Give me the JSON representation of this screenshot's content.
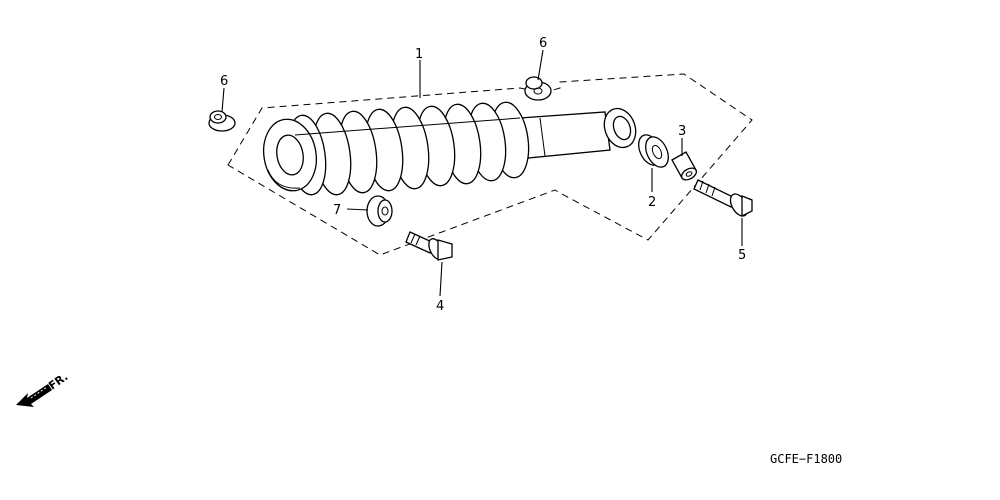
{
  "diagram": {
    "drawing_code": "GCFE−F1800",
    "direction_label": "FR.",
    "callouts": [
      {
        "id": "callout-1",
        "text": "1"
      },
      {
        "id": "callout-2",
        "text": "2"
      },
      {
        "id": "callout-3",
        "text": "3"
      },
      {
        "id": "callout-4",
        "text": "4"
      },
      {
        "id": "callout-5",
        "text": "5"
      },
      {
        "id": "callout-6-left",
        "text": "6"
      },
      {
        "id": "callout-6-top",
        "text": "6"
      },
      {
        "id": "callout-7",
        "text": "7"
      }
    ],
    "parts": [
      {
        "id": "shock-absorber-assembly",
        "callout": "1"
      },
      {
        "id": "bushing",
        "callout": "2"
      },
      {
        "id": "collar",
        "callout": "3"
      },
      {
        "id": "flange-bolt-lower",
        "callout": "4"
      },
      {
        "id": "flange-bolt-upper",
        "callout": "5"
      },
      {
        "id": "flange-nut-left",
        "callout": "6"
      },
      {
        "id": "flange-nut-top",
        "callout": "6"
      },
      {
        "id": "lower-flange-nut",
        "callout": "7"
      }
    ]
  }
}
